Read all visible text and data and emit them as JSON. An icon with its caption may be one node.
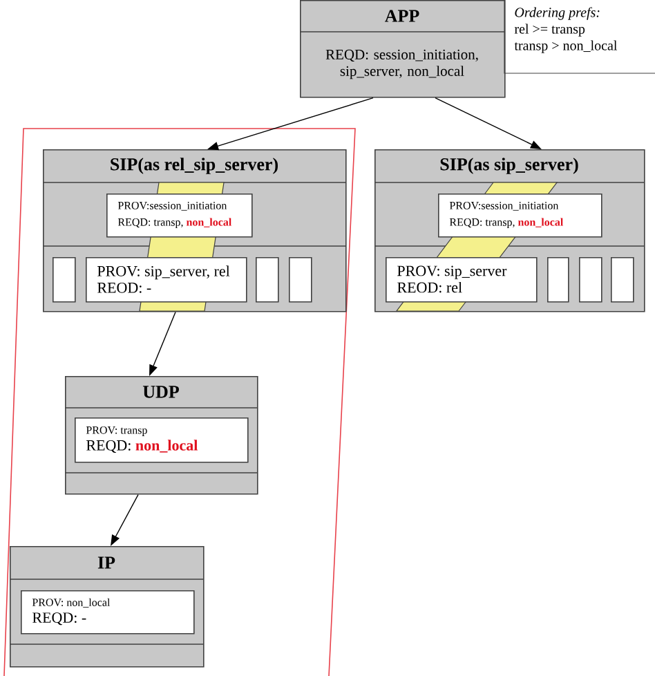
{
  "diagram": {
    "nodes": [
      {
        "text": [
          "APP",
          "REQD: session_initiation, sip_server, non_local"
        ]
      },
      {
        "text": [
          "Ordering prefs:",
          "rel >= transp",
          "transp > non_local"
        ]
      },
      {
        "text": [],
        "shape": "box"
      },
      {
        "text": [
          "SIP(as rel_sip_server)"
        ],
        "in": 2
      },
      {
        "text": [
          "PROV:session_initiation",
          "REQD: transp,",
          "non_local"
        ],
        "in": 3
      },
      {
        "text": [],
        "shape": "box",
        "in": 3
      },
      {
        "text": [
          "PROV: sip_server, rel",
          "REOD: -"
        ],
        "in": 3
      },
      {
        "text": [],
        "shape": "box",
        "in": 3
      },
      {
        "text": [],
        "shape": "box",
        "in": 3
      },
      {
        "text": [
          "SIP(as sip_server)"
        ]
      },
      {
        "text": [
          "PROV:session_initiation",
          "REQD: transp,",
          "non_local"
        ],
        "in": 9
      },
      {
        "text": [
          "PROV: sip_server",
          "REOD: rel"
        ],
        "in": 9
      },
      {
        "text": [],
        "shape": "box",
        "in": 9
      },
      {
        "text": [],
        "shape": "box",
        "in": 9
      },
      {
        "text": [],
        "shape": "box",
        "in": 9
      },
      {
        "text": [
          "UDP"
        ],
        "in": 2
      },
      {
        "text": [
          "PROV: transp",
          "REQD:",
          "non_local"
        ],
        "in": 15
      },
      {
        "text": [
          "IP"
        ],
        "in": 2
      },
      {
        "text": [
          "PROV: non_local",
          "REQD: -"
        ],
        "in": 17
      }
    ],
    "edges": [
      {
        "from": 0,
        "to": 3,
        "arrow": "to"
      },
      {
        "from": 0,
        "to": 9,
        "arrow": "to"
      },
      {
        "from": 3,
        "to": 15,
        "arrow": "to"
      },
      {
        "from": 15,
        "to": 17,
        "arrow": "to"
      }
    ]
  }
}
